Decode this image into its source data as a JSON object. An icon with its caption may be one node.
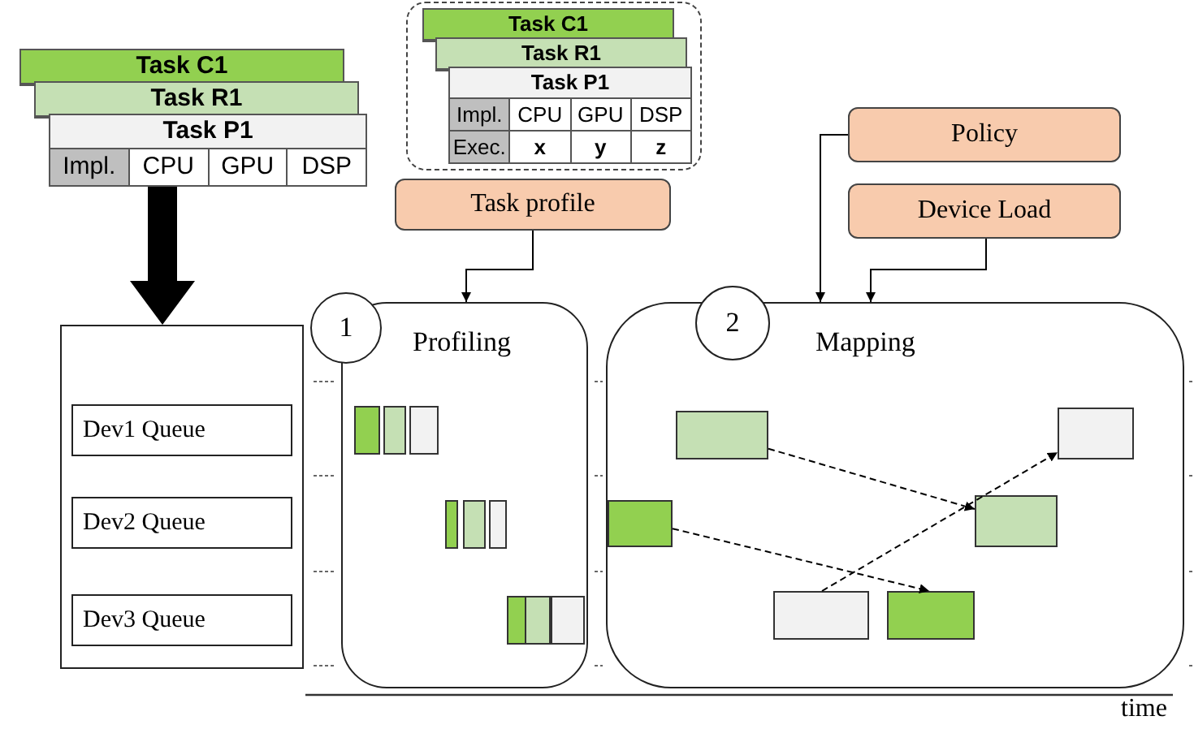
{
  "diagram": {
    "nodes": [
      {
        "text": [
          "Task C1"
        ]
      },
      {
        "text": [
          "Task R1"
        ]
      },
      {
        "text": [
          "Task P1",
          "Impl.",
          "CPU",
          "GPU",
          "DSP"
        ]
      },
      {
        "text": [],
        "shape": "box"
      },
      {
        "text": [
          "Dev1 Queue"
        ],
        "in": 3
      },
      {
        "text": [
          "Dev2 Queue"
        ],
        "in": 3
      },
      {
        "text": [
          "Dev3 Queue"
        ],
        "in": 3
      },
      {
        "text": [],
        "shape": "box"
      },
      {
        "text": [
          "Task C1"
        ],
        "in": 7
      },
      {
        "text": [
          "Task R1"
        ],
        "in": 7
      },
      {
        "text": [
          "Task P1",
          "Impl.",
          "CPU",
          "GPU",
          "DSP",
          "Exec.",
          "x",
          "y",
          "z"
        ],
        "in": 7
      },
      {
        "text": [
          "Task profile"
        ]
      },
      {
        "text": [
          "Policy"
        ]
      },
      {
        "text": [
          "Device Load"
        ]
      },
      {
        "text": [
          "1"
        ]
      },
      {
        "text": [
          "Profiling"
        ]
      },
      {
        "text": [],
        "shape": "box",
        "in": 15
      },
      {
        "text": [],
        "shape": "box",
        "in": 15
      },
      {
        "text": [],
        "shape": "box",
        "in": 15
      },
      {
        "text": [],
        "shape": "box",
        "in": 15
      },
      {
        "text": [],
        "shape": "box",
        "in": 15
      },
      {
        "text": [],
        "shape": "box",
        "in": 15
      },
      {
        "text": [],
        "shape": "box",
        "in": 15
      },
      {
        "text": [],
        "shape": "box",
        "in": 15
      },
      {
        "text": [],
        "shape": "box",
        "in": 15
      },
      {
        "text": [
          "2"
        ]
      },
      {
        "text": [
          "Mapping"
        ]
      },
      {
        "text": [],
        "shape": "box",
        "in": 26
      },
      {
        "text": [],
        "shape": "box",
        "in": 26
      },
      {
        "text": [],
        "shape": "box",
        "in": 26
      },
      {
        "text": [],
        "shape": "box",
        "in": 26
      },
      {
        "text": [],
        "shape": "box",
        "in": 26
      },
      {
        "text": [],
        "shape": "box",
        "in": 26
      }
    ],
    "edges": [
      {
        "from": 2,
        "to": 3,
        "arrow": "to",
        "style": "thick"
      },
      {
        "from": 11,
        "to": 15,
        "arrow": "to"
      },
      {
        "from": 12,
        "to": 26,
        "arrow": "to"
      },
      {
        "from": 13,
        "to": 26,
        "arrow": "to"
      },
      {
        "from": 27,
        "to": 30,
        "arrow": "to",
        "style": "dashed"
      },
      {
        "from": 29,
        "to": 32,
        "arrow": "to",
        "style": "dashed"
      },
      {
        "from": 31,
        "to": 28,
        "arrow": "to",
        "style": "dashed"
      }
    ],
    "labels": [
      "time"
    ]
  }
}
